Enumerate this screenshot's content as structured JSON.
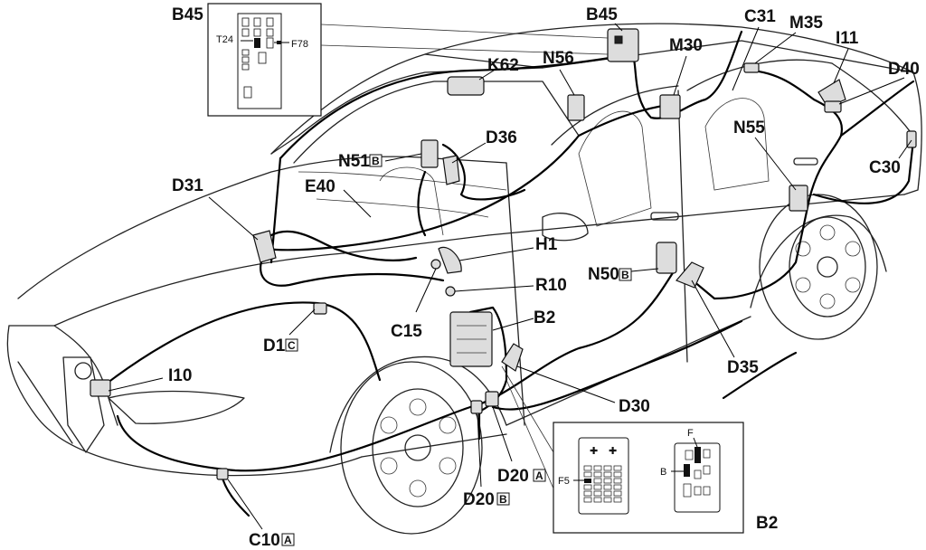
{
  "labels": {
    "b45_inset": "B45",
    "b45": "B45",
    "k62": "K62",
    "n56": "N56",
    "m30": "M30",
    "c31": "C31",
    "m35": "M35",
    "i11": "I11",
    "d40": "D40",
    "n55": "N55",
    "c30": "C30",
    "n51": "N51",
    "n51_tag": "B",
    "d36": "D36",
    "d31": "D31",
    "e40": "E40",
    "h1": "H1",
    "r10": "R10",
    "n50": "N50",
    "n50_tag": "B",
    "b2": "B2",
    "b2_inset": "B2",
    "c15": "C15",
    "d1": "D1",
    "d1_tag": "C",
    "i10": "I10",
    "d35": "D35",
    "d30": "D30",
    "d20a": "D20",
    "d20a_tag": "A",
    "d20b": "D20",
    "d20b_tag": "B",
    "c10": "C10",
    "c10_tag": "A"
  },
  "inset_b45": {
    "t24": "T24",
    "f78": "F78"
  },
  "inset_b2": {
    "f5": "F5",
    "f": "F",
    "b": "B"
  }
}
